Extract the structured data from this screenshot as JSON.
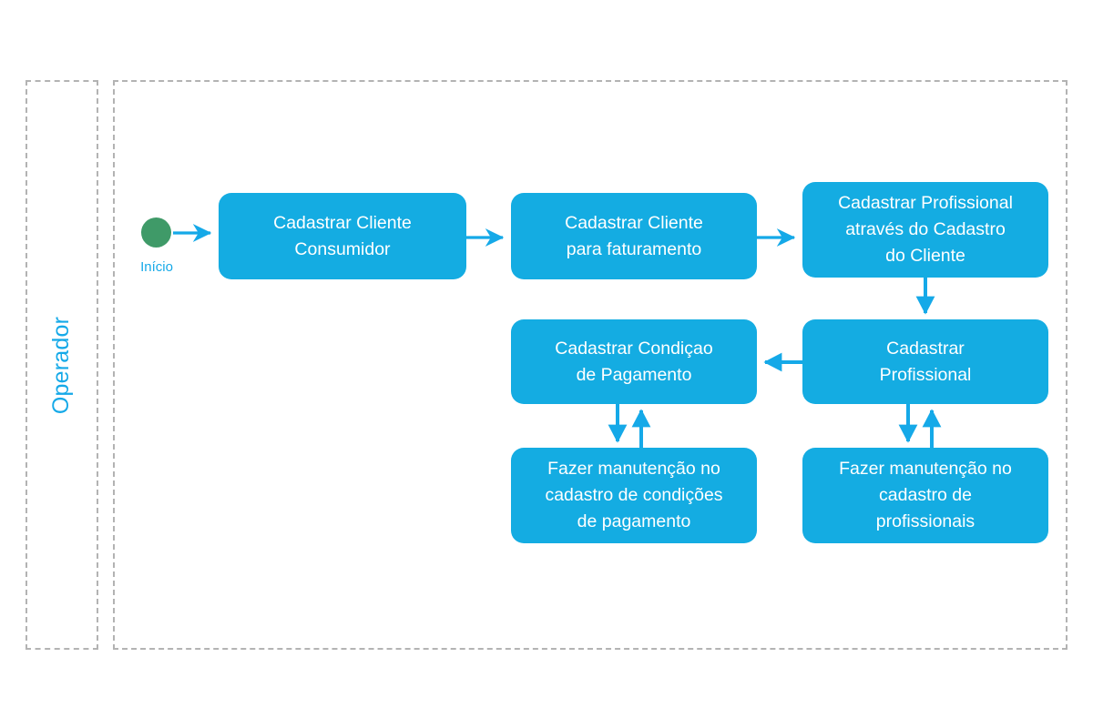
{
  "diagram": {
    "type": "activity-flowchart",
    "lane": {
      "label": "Operador"
    },
    "colors": {
      "task_fill": "#14ace2",
      "task_text": "#ffffff",
      "start_node": "#3f9a68",
      "connector": "#15a9e8",
      "lane_border": "#b3b3b3",
      "label_text": "#15a9e8",
      "background": "#ffffff"
    },
    "start": {
      "label": "Início",
      "shape": "circle"
    },
    "nodes": [
      {
        "id": "cadastrar-cliente-consumidor",
        "label": "Cadastrar Cliente\nConsumidor"
      },
      {
        "id": "cadastrar-cliente-faturamento",
        "label": "Cadastrar Cliente\npara faturamento"
      },
      {
        "id": "cadastrar-profissional-cliente",
        "label": "Cadastrar Profissional\natravés do Cadastro\ndo Cliente"
      },
      {
        "id": "cadastrar-condicao-pagamento",
        "label": "Cadastrar Condiçao\nde Pagamento"
      },
      {
        "id": "cadastrar-profissional",
        "label": "Cadastrar\nProfissional"
      },
      {
        "id": "manutencao-condicoes-pagamento",
        "label": "Fazer manutenção no\ncadastro de condições\nde pagamento"
      },
      {
        "id": "manutencao-profissionais",
        "label": "Fazer manutenção no\ncadastro de\nprofissionais"
      }
    ],
    "edges": [
      {
        "from": "start",
        "to": "cadastrar-cliente-consumidor",
        "direction": "right"
      },
      {
        "from": "cadastrar-cliente-consumidor",
        "to": "cadastrar-cliente-faturamento",
        "direction": "right"
      },
      {
        "from": "cadastrar-cliente-faturamento",
        "to": "cadastrar-profissional-cliente",
        "direction": "right"
      },
      {
        "from": "cadastrar-profissional-cliente",
        "to": "cadastrar-profissional",
        "direction": "down"
      },
      {
        "from": "cadastrar-profissional",
        "to": "cadastrar-condicao-pagamento",
        "direction": "left"
      },
      {
        "from": "cadastrar-condicao-pagamento",
        "to": "manutencao-condicoes-pagamento",
        "direction": "down"
      },
      {
        "from": "manutencao-condicoes-pagamento",
        "to": "cadastrar-condicao-pagamento",
        "direction": "up"
      },
      {
        "from": "cadastrar-profissional",
        "to": "manutencao-profissionais",
        "direction": "down"
      },
      {
        "from": "manutencao-profissionais",
        "to": "cadastrar-profissional",
        "direction": "up"
      }
    ]
  }
}
